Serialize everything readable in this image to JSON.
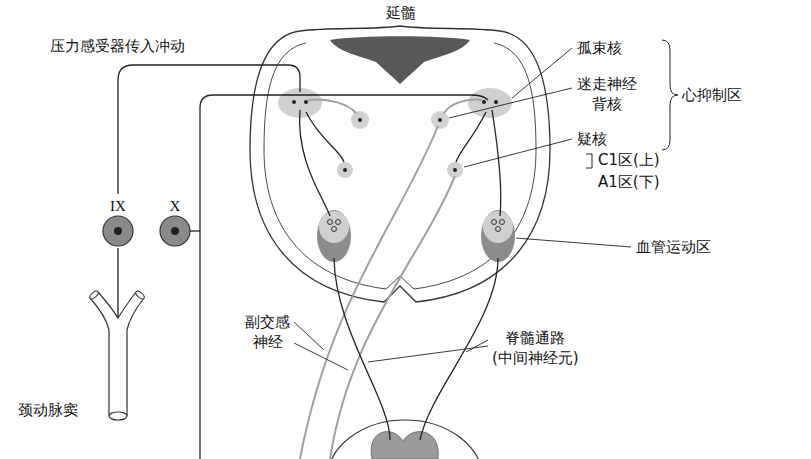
{
  "diagram": {
    "nodes": [
      {
        "text": [
          "IX"
        ]
      },
      {
        "text": [
          "X"
        ]
      },
      {
        "text": [
          "颈动脉窦"
        ]
      }
    ],
    "edges": [
      {
        "from": 2,
        "to": 0,
        "arrow": "none"
      }
    ],
    "labels": [
      "延髓",
      "压力感受器传入冲动",
      "孤束核",
      "迷走神经 背核",
      "疑核",
      "心抑制区",
      "C1区(上)",
      "A1区(下)",
      "血管运动区",
      "副交感 神经",
      "脊髓通路 (中间神经元)"
    ]
  }
}
